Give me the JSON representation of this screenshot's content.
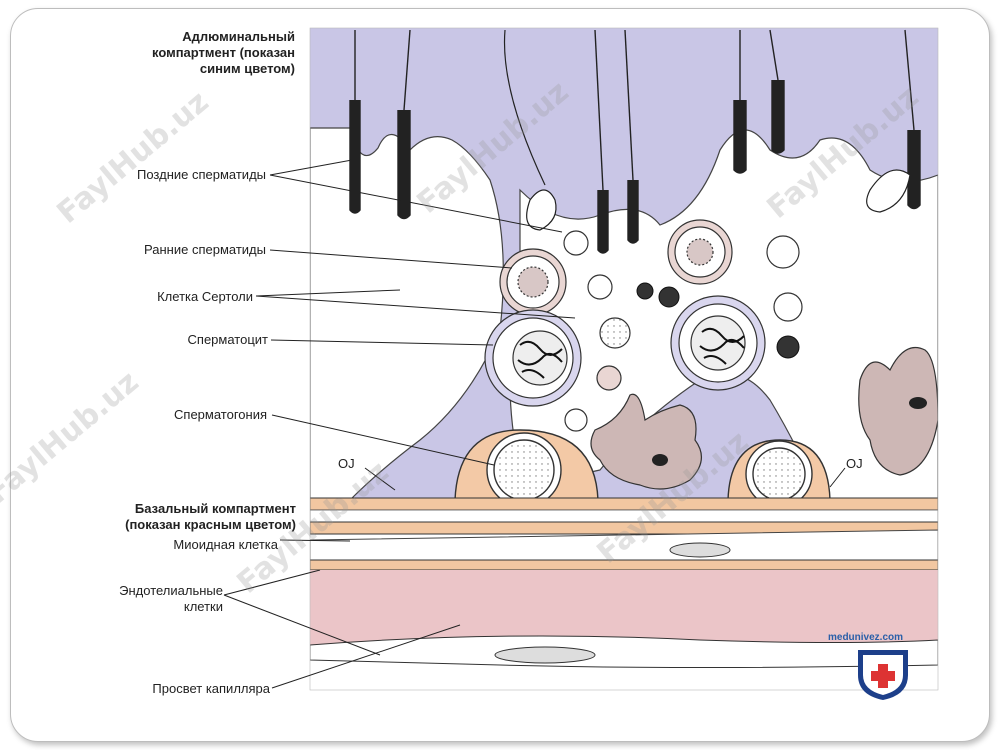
{
  "labels": {
    "adluminal": [
      "Адлюминальный",
      "компартмент (показан",
      "синим цветом)"
    ],
    "late_spermatids": "Поздние сперматиды",
    "early_spermatids": "Ранние сперматиды",
    "sertoli_cell": "Клетка Сертоли",
    "spermatocyte": "Сперматоцит",
    "spermatogonia": "Сперматогония",
    "oj_left": "OJ",
    "oj_right": "OJ",
    "basal": [
      "Базальный компартмент",
      "(показан красным цветом)"
    ],
    "myoid_cell": "Миоидная клетка",
    "endothelial": [
      "Эндотелиальные",
      "клетки"
    ],
    "capillary_lumen": "Просвет капилляра"
  },
  "watermark": "FaylHub.uz",
  "site": "medunivez.com",
  "colors": {
    "adluminal": "#c9c6e6",
    "sertoli": "#ffffff",
    "basal": "#f2c7a1",
    "capillary": "#ebc5c8",
    "cell_fill": "#e9d6d3",
    "outline": "#222222"
  }
}
